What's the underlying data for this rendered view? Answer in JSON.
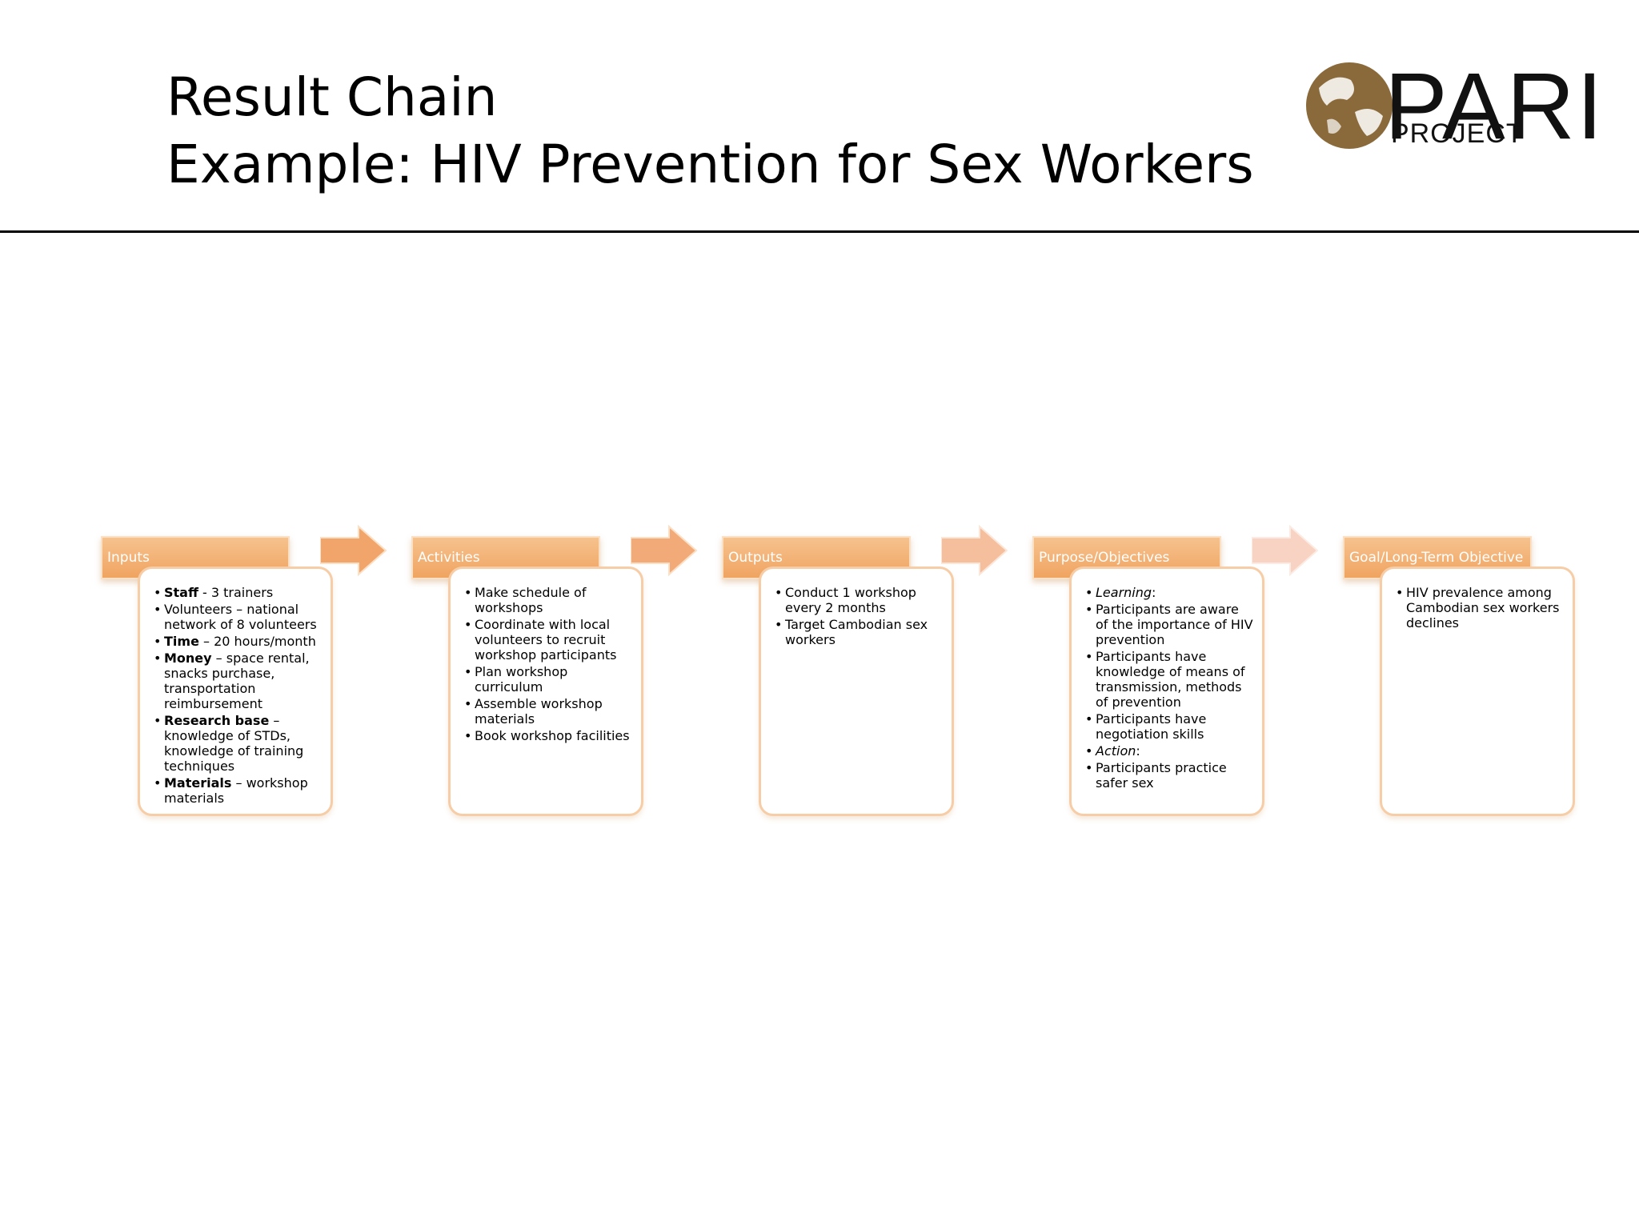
{
  "title": {
    "line1": "Result Chain",
    "line2": "Example: HIV Prevention for Sex Workers"
  },
  "logo": {
    "text": "PARI",
    "subtext": "PROJECT",
    "icon": "globe-icon"
  },
  "colors": {
    "label_fill": "#f0a461",
    "box_border": "#f6cda7",
    "arrow_fills": [
      "#f2a56a",
      "#f2ab78",
      "#f5be9c",
      "#f8d2c2"
    ]
  },
  "stages": [
    {
      "label": "Inputs",
      "items": [
        {
          "bold": "Staff",
          "text": " - 3 trainers"
        },
        {
          "text": "Volunteers – national network of 8 volunteers"
        },
        {
          "bold": "Time",
          "text": " – 20 hours/month"
        },
        {
          "bold": "Money",
          "text": " – space rental, snacks purchase, transportation reimbursement"
        },
        {
          "bold": "Research base",
          "text": " – knowledge of STDs, knowledge of training techniques"
        },
        {
          "bold": "Materials",
          "text": " – workshop materials"
        }
      ]
    },
    {
      "label": "Activities",
      "items": [
        {
          "text": "Make schedule of workshops"
        },
        {
          "text": "Coordinate with local volunteers to recruit workshop participants"
        },
        {
          "text": "Plan workshop curriculum"
        },
        {
          "text": "Assemble workshop materials"
        },
        {
          "text": "Book workshop facilities"
        }
      ]
    },
    {
      "label": "Outputs",
      "items": [
        {
          "text": "Conduct 1 workshop every 2 months"
        },
        {
          "text": "Target Cambodian sex workers"
        }
      ]
    },
    {
      "label": "Purpose/Objectives",
      "items": [
        {
          "italic": "Learning",
          "text": ":"
        },
        {
          "text": "Participants are aware of the importance of HIV prevention"
        },
        {
          "text": "Participants have knowledge of means of transmission, methods of prevention"
        },
        {
          "text": "Participants have negotiation skills"
        },
        {
          "italic": "Action",
          "text": ":"
        },
        {
          "text": "Participants practice safer sex"
        }
      ]
    },
    {
      "label": "Goal/Long-Term Objective",
      "items": [
        {
          "text": "HIV prevalence among Cambodian sex workers declines"
        }
      ]
    }
  ]
}
